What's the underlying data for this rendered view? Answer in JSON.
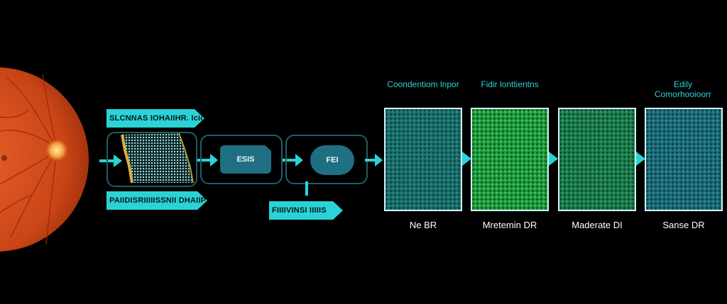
{
  "colors": {
    "accent": "#2bd3d6",
    "retina": "#d9531e",
    "block": "#1f6f82"
  },
  "pipeline": {
    "top_arrow_label": "SLCNNAS IOHAIIHR. Icicie",
    "bottom_arrow_label": "PAIIDISRIIIIISSNII DHAIIP",
    "block_one_label": "ESIS",
    "block_two_label": "FEI",
    "lower_arrow_label": "FIIIIVINSI IIIIIS"
  },
  "header_labels": {
    "col1": "Coondentiom lnpor",
    "col2": "Fidir lonttientns",
    "col4_line1": "Edily",
    "col4_line2": "Comorhooioorr"
  },
  "stages": [
    {
      "label": "Ne BR",
      "icon": "no-dr-texture"
    },
    {
      "label": "Mretemin DR",
      "icon": "mild-dr-texture"
    },
    {
      "label": "Maderate DI",
      "icon": "moderate-dr-texture"
    },
    {
      "label": "Sanse DR",
      "icon": "severe-dr-texture"
    }
  ]
}
